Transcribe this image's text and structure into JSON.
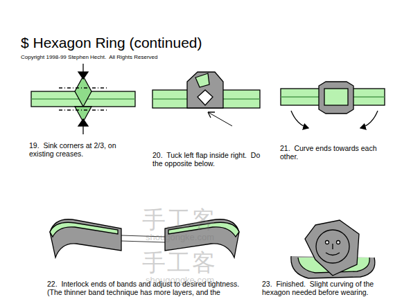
{
  "diagram": {
    "title": "$ Hexagon Ring (continued)",
    "labels": [
      "Copyright 1998-99 Stephen Hecht.  All Rights Reserved",
      "19.  Sink corners at 2/3, on existing creases.",
      "20.  Tuck left flap inside right.  Do the opposite below.",
      "21.  Curve ends towards each other.",
      "22.  Interlock ends of bands and adjust to desired tightness.  (The thinner band technique has more layers, and the",
      "23.  Finished.  Slight curving of the hexagon needed before wearing.",
      "手工客",
      "shougongke.com",
      "手工客",
      "shougongke.com"
    ]
  }
}
